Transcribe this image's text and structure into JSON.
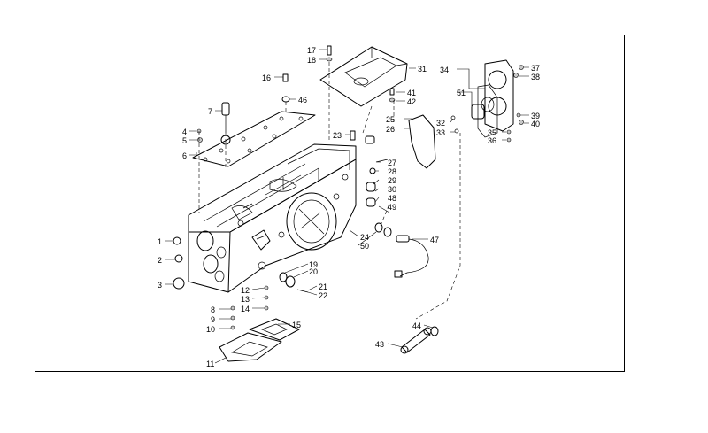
{
  "diagram": {
    "callouts": [
      {
        "id": "1",
        "text": "1"
      },
      {
        "id": "2",
        "text": "2"
      },
      {
        "id": "3",
        "text": "3"
      },
      {
        "id": "4",
        "text": "4"
      },
      {
        "id": "5",
        "text": "5"
      },
      {
        "id": "6",
        "text": "6"
      },
      {
        "id": "7",
        "text": "7"
      },
      {
        "id": "8",
        "text": "8"
      },
      {
        "id": "9",
        "text": "9"
      },
      {
        "id": "10",
        "text": "10"
      },
      {
        "id": "11",
        "text": "11"
      },
      {
        "id": "12",
        "text": "12"
      },
      {
        "id": "13",
        "text": "13"
      },
      {
        "id": "14",
        "text": "14"
      },
      {
        "id": "15",
        "text": "15"
      },
      {
        "id": "16",
        "text": "16"
      },
      {
        "id": "17",
        "text": "17"
      },
      {
        "id": "18",
        "text": "18"
      },
      {
        "id": "19",
        "text": "19"
      },
      {
        "id": "20",
        "text": "20"
      },
      {
        "id": "21",
        "text": "21"
      },
      {
        "id": "22",
        "text": "22"
      },
      {
        "id": "23",
        "text": "23"
      },
      {
        "id": "24",
        "text": "24"
      },
      {
        "id": "25",
        "text": "25"
      },
      {
        "id": "26",
        "text": "26"
      },
      {
        "id": "27",
        "text": "27"
      },
      {
        "id": "28",
        "text": "28"
      },
      {
        "id": "29",
        "text": "29"
      },
      {
        "id": "30",
        "text": "30"
      },
      {
        "id": "31",
        "text": "31"
      },
      {
        "id": "32",
        "text": "32"
      },
      {
        "id": "33",
        "text": "33"
      },
      {
        "id": "34",
        "text": "34"
      },
      {
        "id": "35",
        "text": "35"
      },
      {
        "id": "36",
        "text": "36"
      },
      {
        "id": "37",
        "text": "37"
      },
      {
        "id": "38",
        "text": "38"
      },
      {
        "id": "39",
        "text": "39"
      },
      {
        "id": "40",
        "text": "40"
      },
      {
        "id": "41",
        "text": "41"
      },
      {
        "id": "42",
        "text": "42"
      },
      {
        "id": "43",
        "text": "43"
      },
      {
        "id": "44",
        "text": "44"
      },
      {
        "id": "46",
        "text": "46"
      },
      {
        "id": "47",
        "text": "47"
      },
      {
        "id": "48",
        "text": "48"
      },
      {
        "id": "49",
        "text": "49"
      },
      {
        "id": "50",
        "text": "50"
      },
      {
        "id": "51",
        "text": "51"
      }
    ]
  }
}
